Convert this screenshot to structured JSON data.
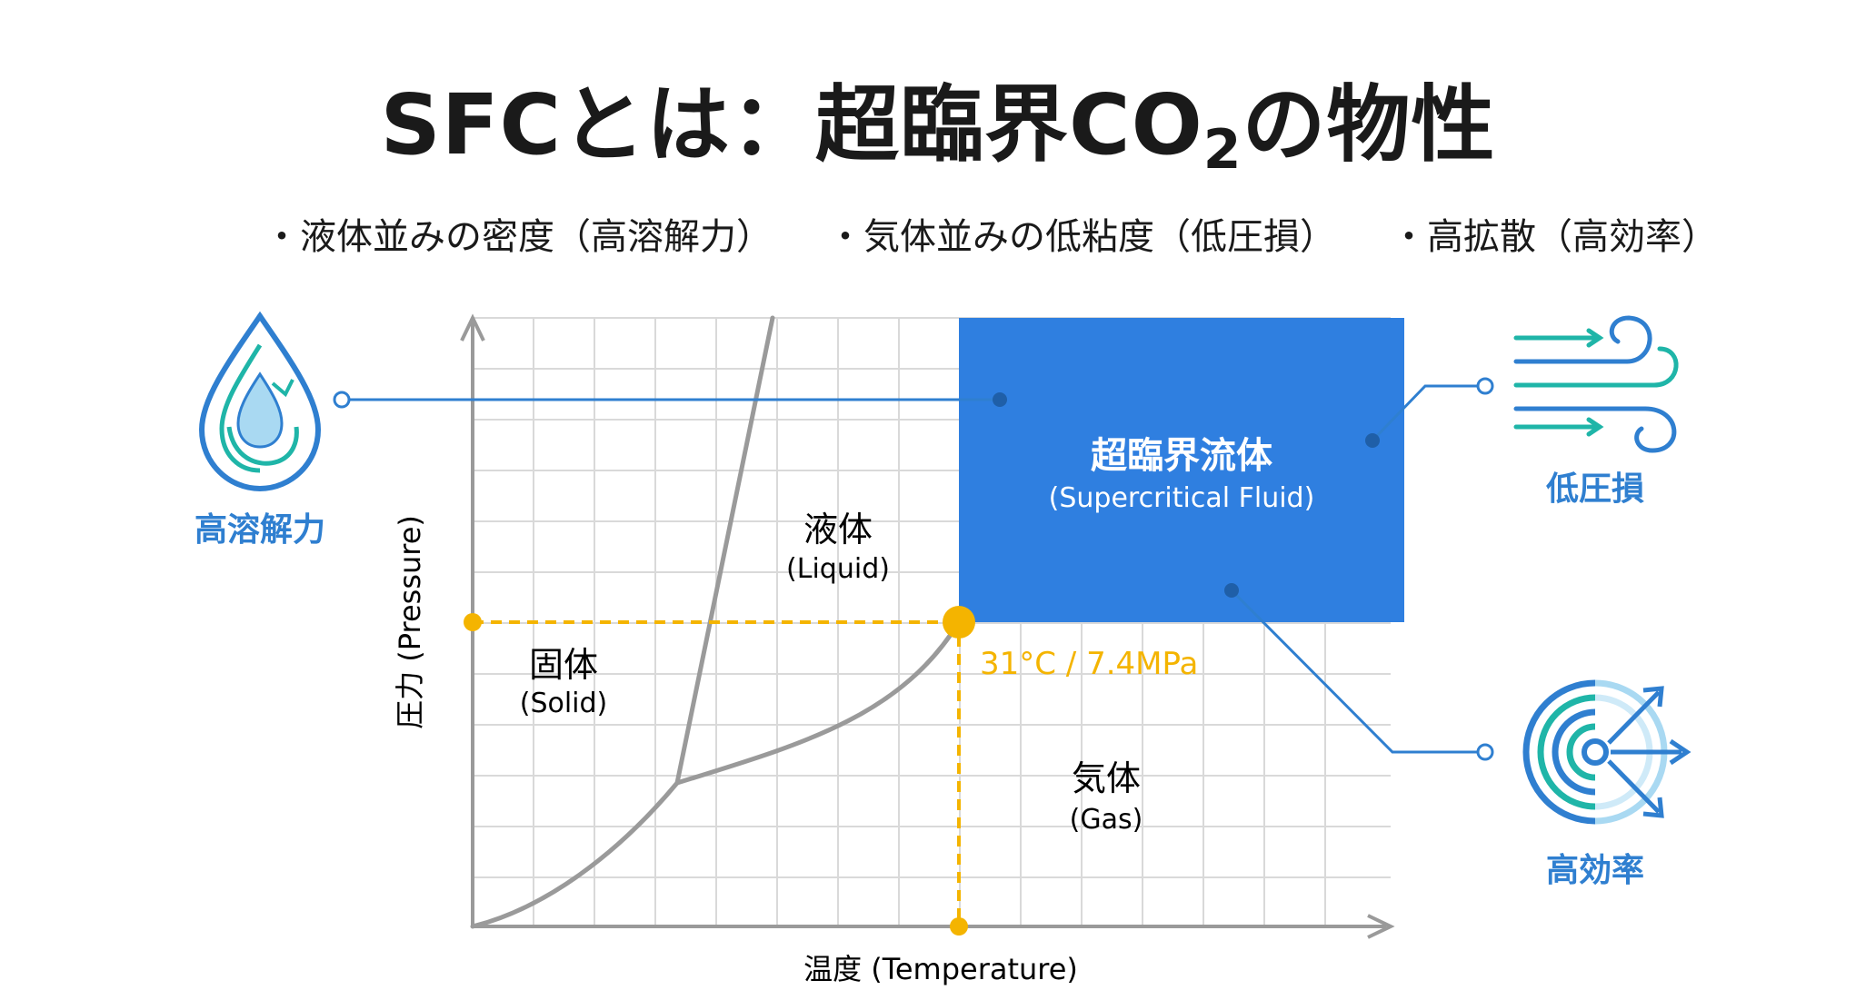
{
  "title": {
    "prefix": "SFCとは：超臨界CO",
    "sub": "2",
    "suffix": "の物性"
  },
  "bullets": [
    "液体並みの密度（高溶解力）",
    "気体並みの低粘度（低圧損）",
    "高拡散（高効率）"
  ],
  "axes": {
    "x_label": "温度 (Temperature)",
    "y_label": "圧力 (Pressure)"
  },
  "regions": {
    "supercritical": {
      "name": "超臨界流体",
      "sub": "(Supercritical Fluid)"
    },
    "liquid": {
      "name": "液体",
      "sub": "(Liquid)"
    },
    "solid": {
      "name": "固体",
      "sub": "(Solid)"
    },
    "gas": {
      "name": "気体",
      "sub": "(Gas)"
    }
  },
  "critical_point": {
    "label": "31°C / 7.4MPa"
  },
  "properties": {
    "solvency": {
      "label": "高溶解力",
      "icon": "water-drop-icon"
    },
    "low_pressure_drop": {
      "label": "低圧損",
      "icon": "wind-icon"
    },
    "efficiency": {
      "label": "高効率",
      "icon": "diffusion-icon"
    }
  },
  "colors": {
    "supercritical_fill": "#2f7fe0",
    "accent_blue": "#2f7fd0",
    "critical_orange": "#f4b400",
    "teal": "#1fb5a8",
    "phase_line": "#9a9a9a"
  }
}
